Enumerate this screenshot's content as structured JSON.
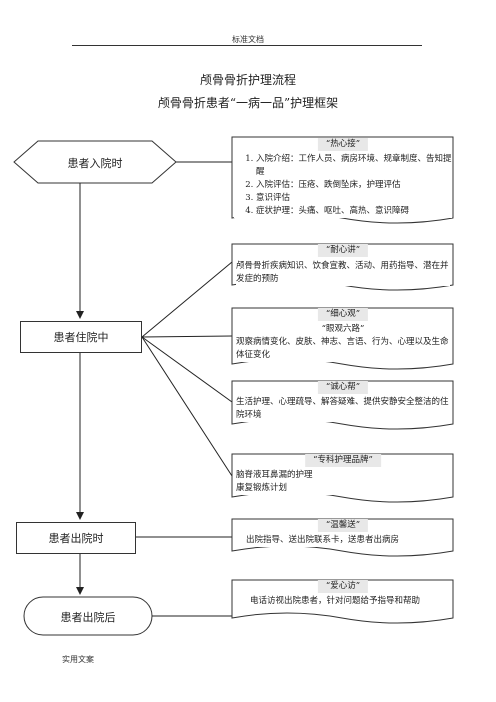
{
  "header": {
    "text": "标准文档"
  },
  "footer": {
    "text": "实用文案"
  },
  "titles": {
    "main": "颅骨骨折护理流程",
    "sub": "颅骨骨折患者“一病一品”护理框架"
  },
  "stages": {
    "admission": "患者入院时",
    "inpatient": "患者住院中",
    "discharge": "患者出院时",
    "post_discharge": "患者出院后"
  },
  "cards": {
    "warm_welcome": {
      "tag": "“热心接”",
      "items": [
        "入院介绍：工作人员、病房环境、规章制度、告知提醒",
        "入院评估：压疮、跌倒坠床，护理评估",
        "意识评估",
        "症状护理：头痛、呕吐、高热、意识障碍"
      ]
    },
    "patient_talk": {
      "tag": "“耐心讲”",
      "text": "颅骨骨折疾病知识、饮食宣教、活动、用药指导、潜在并发症的预防"
    },
    "careful_observe": {
      "tag": "“细心观”",
      "subtitle": "“眼观六路”",
      "text": "观察病情变化、皮肤、神志、言语、行为、心理以及生命体征变化"
    },
    "sincere_help": {
      "tag": "“诚心帮”",
      "text": "生活护理、心理疏导、解答疑难、提供安静安全整洁的住院环境"
    },
    "specialty_brand": {
      "tag": "“专科护理品牌”",
      "lines": [
        "脑脊液耳鼻漏的护理",
        "康复锻炼计划"
      ]
    },
    "warm_send": {
      "tag": "“温馨送”",
      "text": "出院指导、送出院联系卡，送患者出病房"
    },
    "caring_visit": {
      "tag": "“爱心访”",
      "text": "电话访视出院患者，针对问题给予指导和帮助"
    }
  }
}
